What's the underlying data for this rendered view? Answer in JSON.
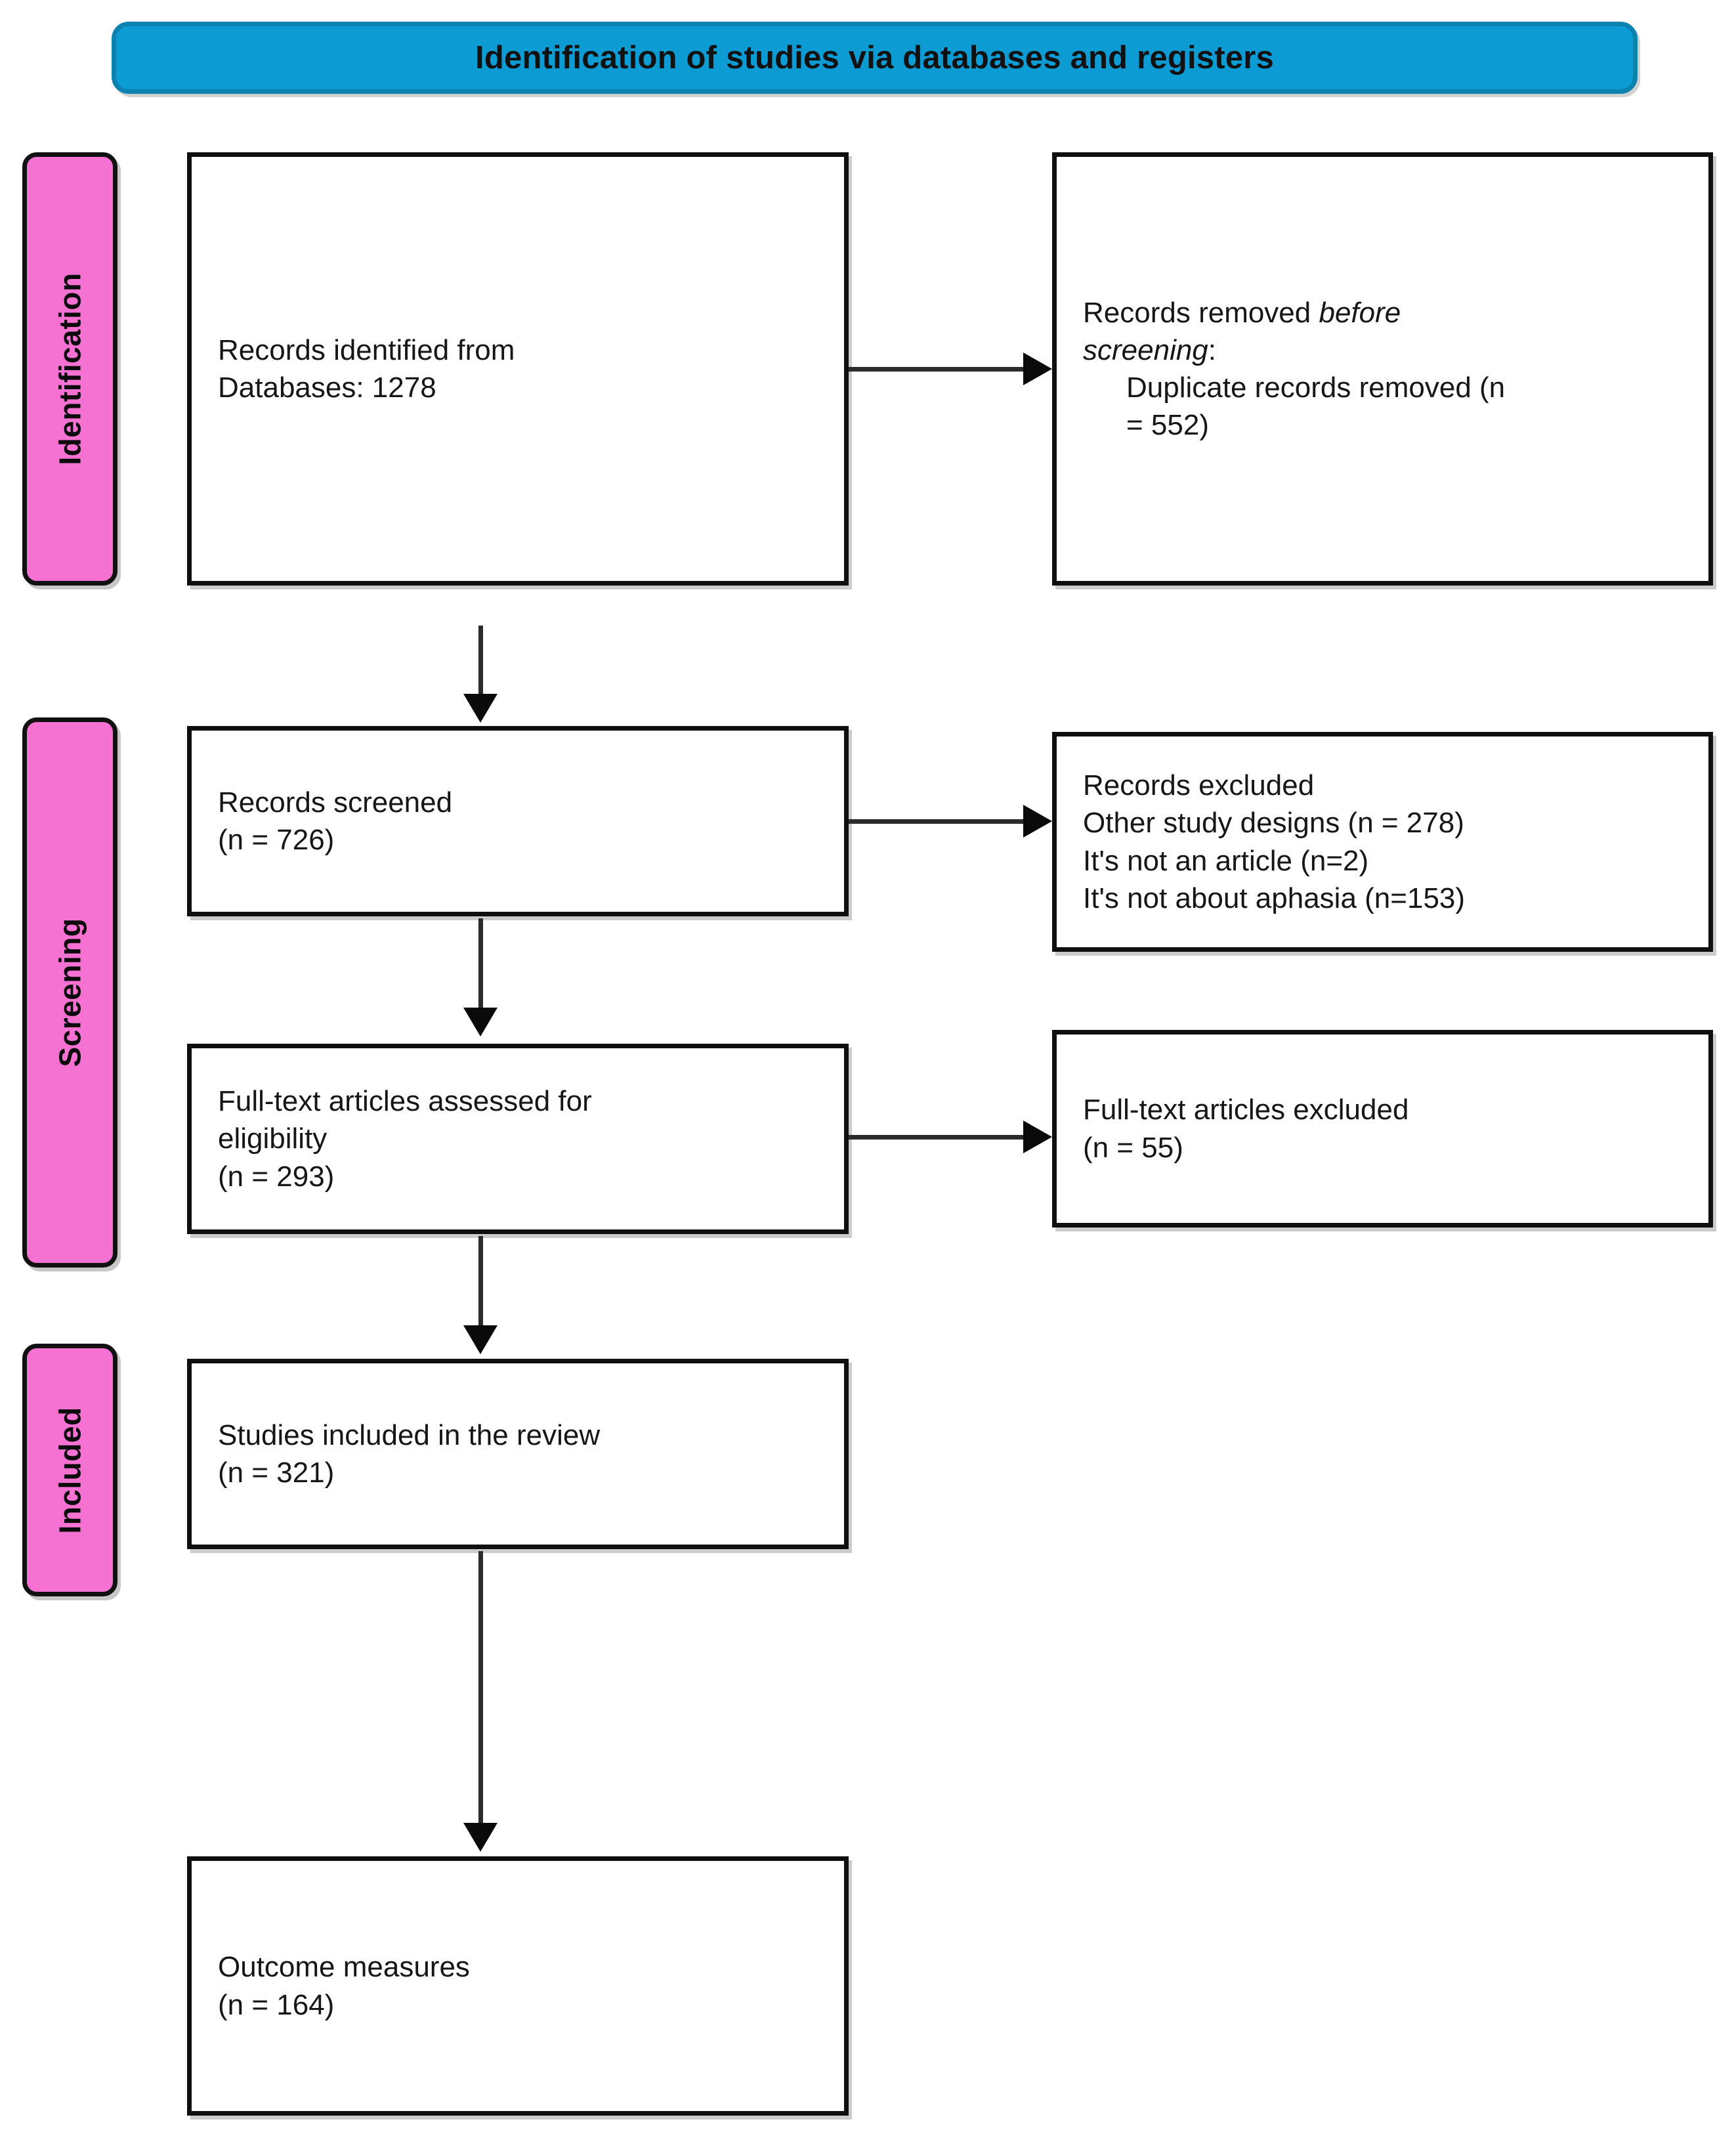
{
  "diagram": {
    "title": "Identification of studies via databases and registers",
    "banner_color": "#0d9bd4",
    "stage_color": "#f571d2",
    "box_border_color": "#0f0f0f"
  },
  "stages": [
    {
      "label": "Identification"
    },
    {
      "label": "Screening"
    },
    {
      "label": "Included"
    }
  ],
  "boxes": {
    "identified": {
      "line1": "Records identified from",
      "line2": "Databases: 1278"
    },
    "removed_before_screening": {
      "line1_a": "Records removed ",
      "line1_b": "before",
      "line2_a": "screening",
      "line2_b": ":",
      "line3": "Duplicate records removed (n",
      "line4": "= 552)"
    },
    "records_screened": {
      "line1": "Records screened",
      "line2": "(n = 726)"
    },
    "records_excluded": {
      "line1": "Records excluded",
      "line2": "Other study designs (n = 278)",
      "line3": "It's not an article (n=2)",
      "line4": "It's not about aphasia (n=153)"
    },
    "fulltext_assessed": {
      "line1": "Full-text articles assessed for",
      "line2": "eligibility",
      "line3": "(n = 293)"
    },
    "fulltext_excluded": {
      "line1": "Full-text articles excluded",
      "line2": "(n = 55)"
    },
    "studies_included": {
      "line1": "Studies included in the review",
      "line2": "(n = 321)"
    },
    "outcome_measures": {
      "line1": "Outcome measures",
      "line2": "(n = 164)"
    }
  },
  "arrows": {
    "identified_to_removed": "arrow-right",
    "identified_to_screened": "arrow-down",
    "screened_to_excluded": "arrow-right",
    "screened_to_fulltext": "arrow-down",
    "fulltext_to_excluded": "arrow-right",
    "fulltext_to_included": "arrow-down",
    "included_to_outcome": "arrow-down"
  }
}
